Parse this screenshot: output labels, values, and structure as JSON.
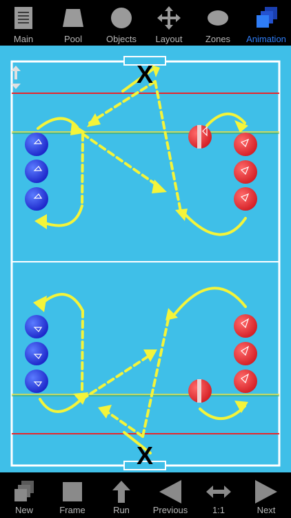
{
  "tabs": [
    {
      "label": "Main",
      "icon": "document-icon"
    },
    {
      "label": "Pool",
      "icon": "pool-icon"
    },
    {
      "label": "Objects",
      "icon": "circle-icon"
    },
    {
      "label": "Layout",
      "icon": "move-arrows-icon"
    },
    {
      "label": "Zones",
      "icon": "ellipse-icon"
    },
    {
      "label": "Animation",
      "icon": "stacked-frames-icon",
      "active": true
    }
  ],
  "board": {
    "goal_markers": [
      "X",
      "X"
    ],
    "blue_players": 6,
    "red_players": 8
  },
  "toolbar": [
    {
      "label": "New",
      "icon": "new-frame-icon"
    },
    {
      "label": "Frame",
      "icon": "frame-square-icon"
    },
    {
      "label": "Run",
      "icon": "run-arrow-icon"
    },
    {
      "label": "Previous",
      "icon": "previous-triangle-icon"
    },
    {
      "label": "1:1",
      "icon": "zoom-arrows-icon"
    },
    {
      "label": "Next",
      "icon": "next-triangle-icon"
    }
  ],
  "colors": {
    "pool": "#3fbfe8",
    "arrow": "#f4f43a",
    "blue_team": "#2a3ce6",
    "red_team": "#ee2a2e",
    "active_tab": "#2f7df6"
  }
}
